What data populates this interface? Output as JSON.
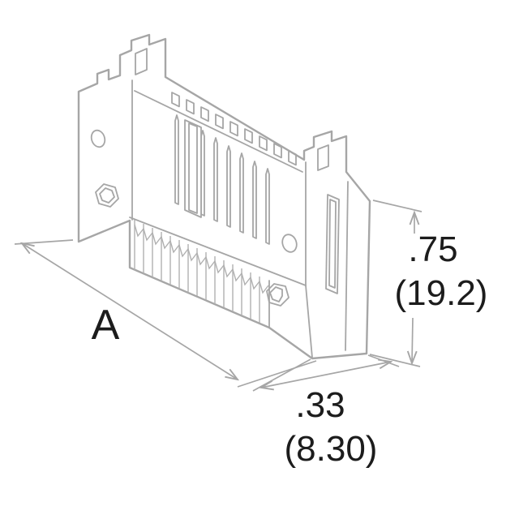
{
  "page": {
    "background": "#ffffff"
  },
  "drawing": {
    "type": "mechanical-dimension-drawing",
    "subject": "shrouded-box-header-connector-isometric-view",
    "colors": {
      "line": "#a6a6a6",
      "text": "#1c1c1c",
      "background": "#ffffff"
    },
    "dimensions": {
      "length": {
        "label": "A"
      },
      "height": {
        "inches": ".75",
        "millimeters": "(19.2)"
      },
      "width": {
        "inches": ".33",
        "millimeters": "(8.30)"
      }
    }
  }
}
